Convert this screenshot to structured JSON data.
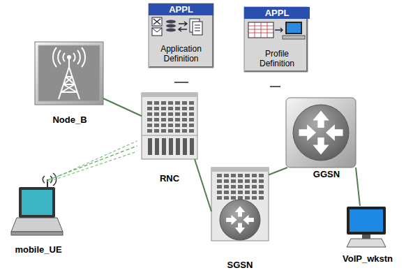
{
  "diagram": {
    "nodes": [
      {
        "text": [
          "APPL",
          "Application Definition"
        ]
      },
      {
        "text": [
          "APPL",
          "Profile Definition"
        ]
      },
      {
        "text": [
          "Node_B"
        ]
      },
      {
        "text": [
          "RNC"
        ]
      },
      {
        "text": [
          "GGSN"
        ]
      },
      {
        "text": [
          "mobile_UE"
        ]
      },
      {
        "text": [
          "SGSN"
        ]
      },
      {
        "text": [
          "VoIP_wkstn"
        ]
      }
    ],
    "edges": [
      {
        "from": 2,
        "to": 3,
        "arrow": "none"
      },
      {
        "from": 3,
        "to": 6,
        "arrow": "none"
      },
      {
        "from": 6,
        "to": 4,
        "arrow": "none"
      },
      {
        "from": 4,
        "to": 7,
        "arrow": "none"
      },
      {
        "from": 5,
        "to": 3,
        "arrow": "none"
      }
    ]
  }
}
